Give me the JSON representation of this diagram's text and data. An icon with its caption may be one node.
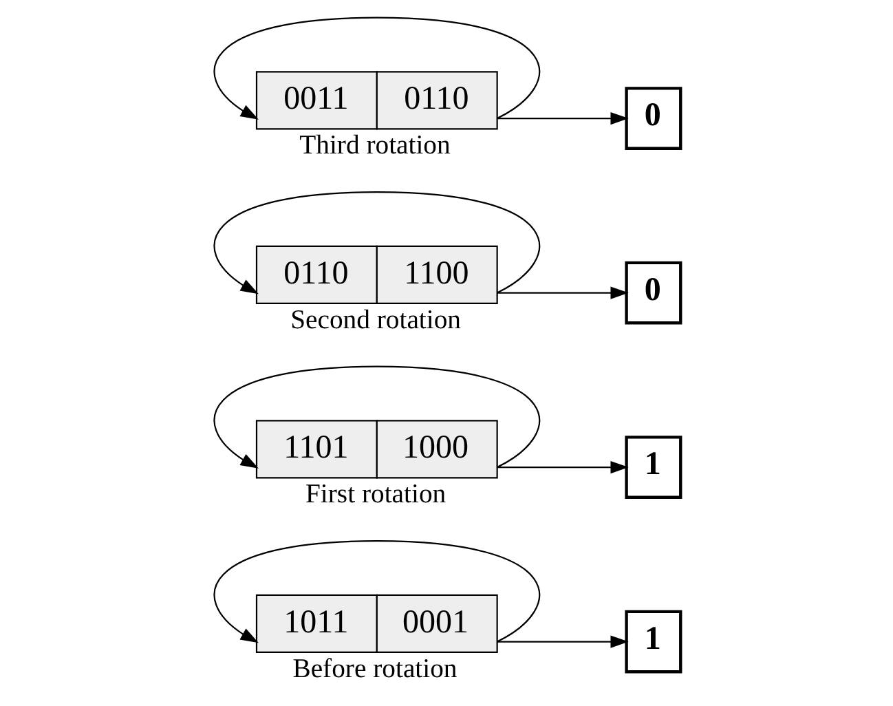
{
  "diagram": {
    "nodes": [
      {
        "text": [
          "1011",
          "0001"
        ],
        "beside": [
          "Before rotation"
        ]
      },
      {
        "text": [
          "1"
        ]
      },
      {
        "text": [
          "1101",
          "1000"
        ],
        "beside": [
          "First rotation"
        ]
      },
      {
        "text": [
          "1"
        ]
      },
      {
        "text": [
          "0110",
          "1100"
        ],
        "beside": [
          "Second rotation"
        ]
      },
      {
        "text": [
          "0"
        ]
      },
      {
        "text": [
          "0011",
          "0110"
        ],
        "beside": [
          "Third rotation"
        ]
      },
      {
        "text": [
          "0"
        ]
      }
    ],
    "edges": [
      {
        "from": 0,
        "to": 0,
        "arrow": "to"
      },
      {
        "from": 0,
        "to": 1,
        "arrow": "to"
      },
      {
        "from": 2,
        "to": 2,
        "arrow": "to"
      },
      {
        "from": 2,
        "to": 3,
        "arrow": "to"
      },
      {
        "from": 4,
        "to": 4,
        "arrow": "to"
      },
      {
        "from": 4,
        "to": 5,
        "arrow": "to"
      },
      {
        "from": 6,
        "to": 6,
        "arrow": "to"
      },
      {
        "from": 6,
        "to": 7,
        "arrow": "to"
      }
    ]
  }
}
